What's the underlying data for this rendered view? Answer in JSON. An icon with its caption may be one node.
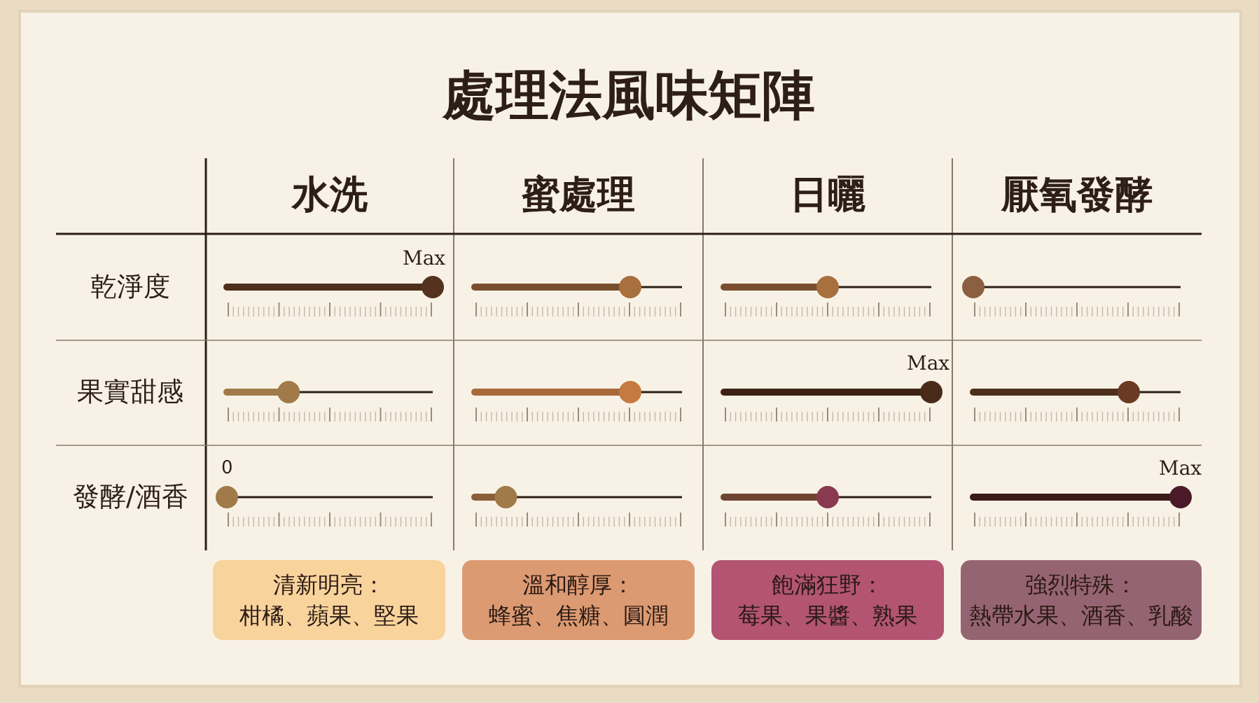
{
  "diagram": {
    "title": "處理法風味矩陣",
    "nodes": [
      {
        "text": [
          "清新明亮：",
          "柑橘、蘋果、堅果"
        ]
      },
      {
        "text": [
          "溫和醇厚：",
          "蜂蜜、焦糖、圓潤"
        ]
      },
      {
        "text": [
          "飽滿狂野：",
          "莓果、果醬、熟果"
        ]
      },
      {
        "text": [
          "強烈特殊：",
          "熱帶水果、酒香、乳酸"
        ]
      }
    ],
    "edges": [],
    "labels": [
      "水洗",
      "蜜處理",
      "日曬",
      "厭氧發酵",
      "Max",
      "乾淨度",
      "Max",
      "果實甜感",
      "0",
      "Max",
      "發酵/酒香"
    ]
  }
}
